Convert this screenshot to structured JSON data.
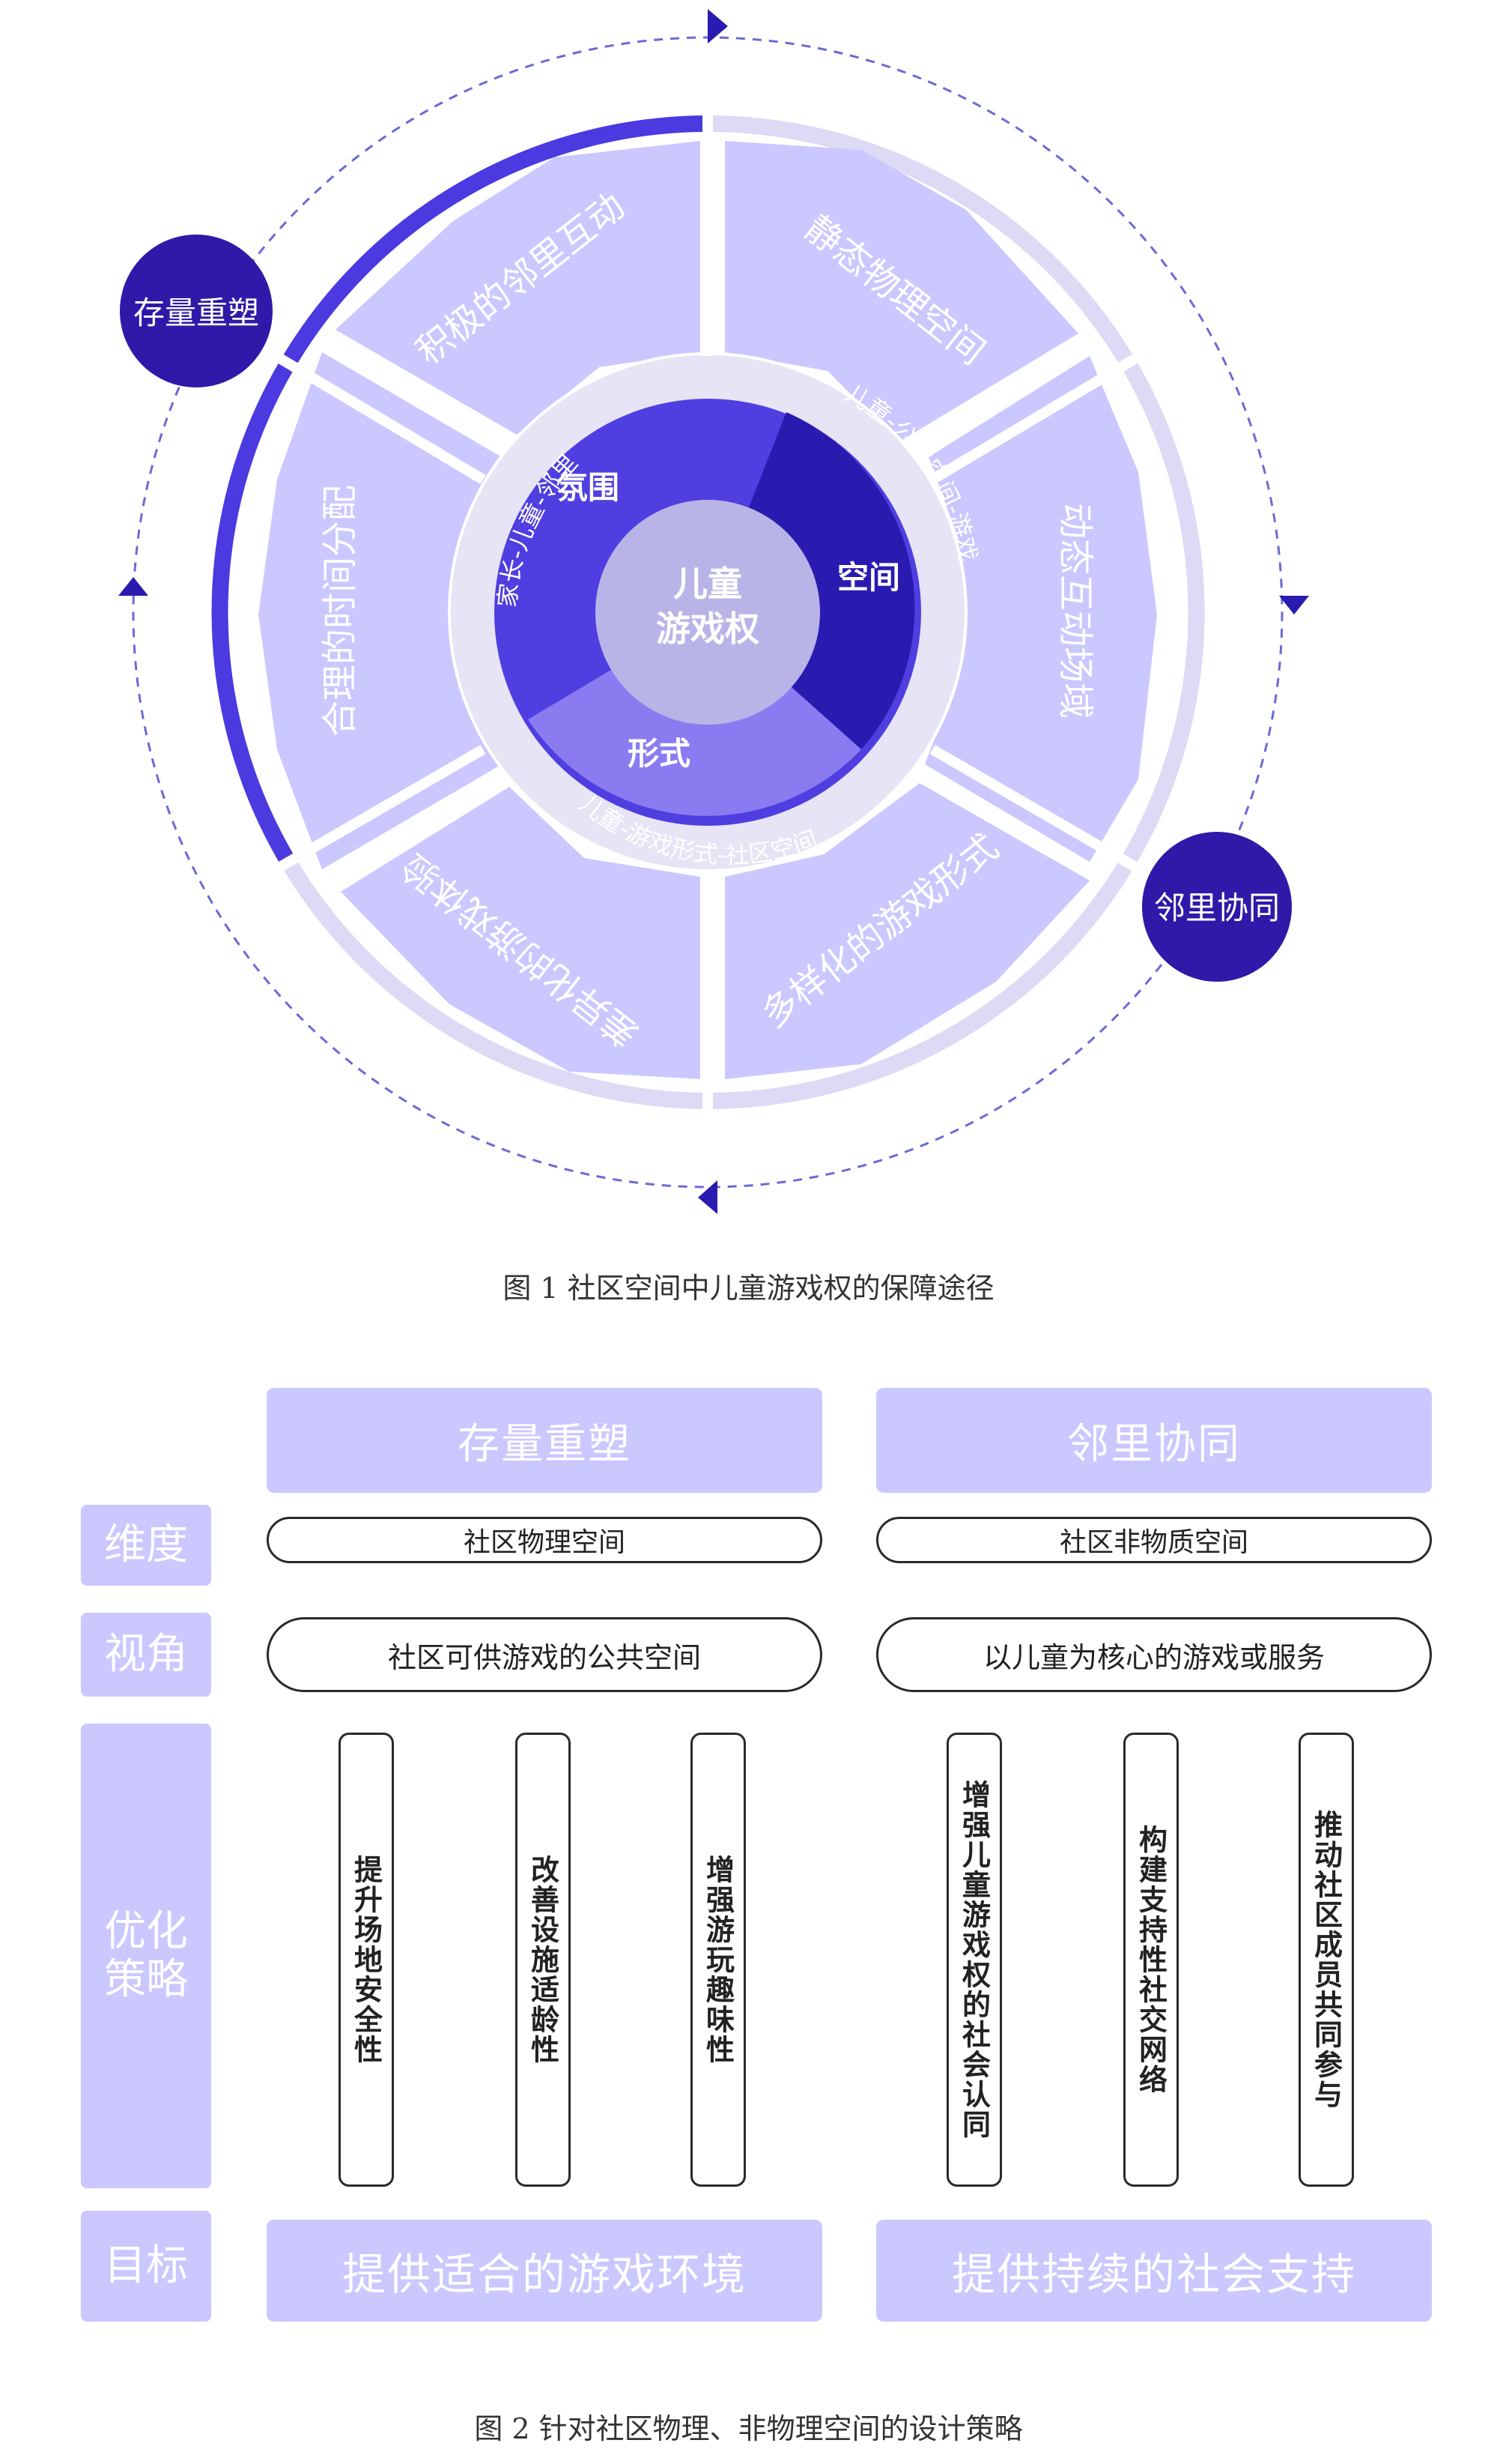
{
  "figure1": {
    "center": [
      "儿童",
      "游戏权"
    ],
    "inner_labels": {
      "atmosphere": "氛围",
      "space": "空间",
      "form": "形式"
    },
    "ring_labels": {
      "a": "家长-儿童-邻里",
      "b": "儿童-公共空间-游戏",
      "c": "儿童-游戏形式-社区空间"
    },
    "segments": [
      "静态物理空间",
      "动态互动场域",
      "多样化的游戏形式",
      "差异化的游戏体验",
      "合理的时间分配",
      "积极的邻里互动"
    ],
    "badges": {
      "left": "存量重塑",
      "right": "邻里协同"
    },
    "colors": {
      "light": "#cbc7ff",
      "mid": "#5548e6",
      "dark": "#2a1bb0",
      "badge": "#2f19a8"
    }
  },
  "caption1": "图 1 社区空间中儿童游戏权的保障途径",
  "figure2": {
    "columns": [
      "存量重塑",
      "邻里协同"
    ],
    "rows": {
      "dimension": {
        "label": "维度",
        "values": [
          "社区物理空间",
          "社区非物质空间"
        ]
      },
      "perspective": {
        "label": "视角",
        "values": [
          "社区可供游戏的公共空间",
          "以儿童为核心的游戏或服务"
        ]
      },
      "strategy": {
        "label": "优化策略",
        "items": [
          "提升场地安全性",
          "改善设施适龄性",
          "增强游玩趣味性",
          "增强儿童游戏权的社会认同",
          "构建支持性社交网络",
          "推动社区成员共同参与"
        ]
      },
      "goal": {
        "label": "目标",
        "values": [
          "提供适合的游戏环境",
          "提供持续的社会支持"
        ]
      }
    }
  },
  "caption2": "图 2 针对社区物理、非物理空间的设计策略"
}
